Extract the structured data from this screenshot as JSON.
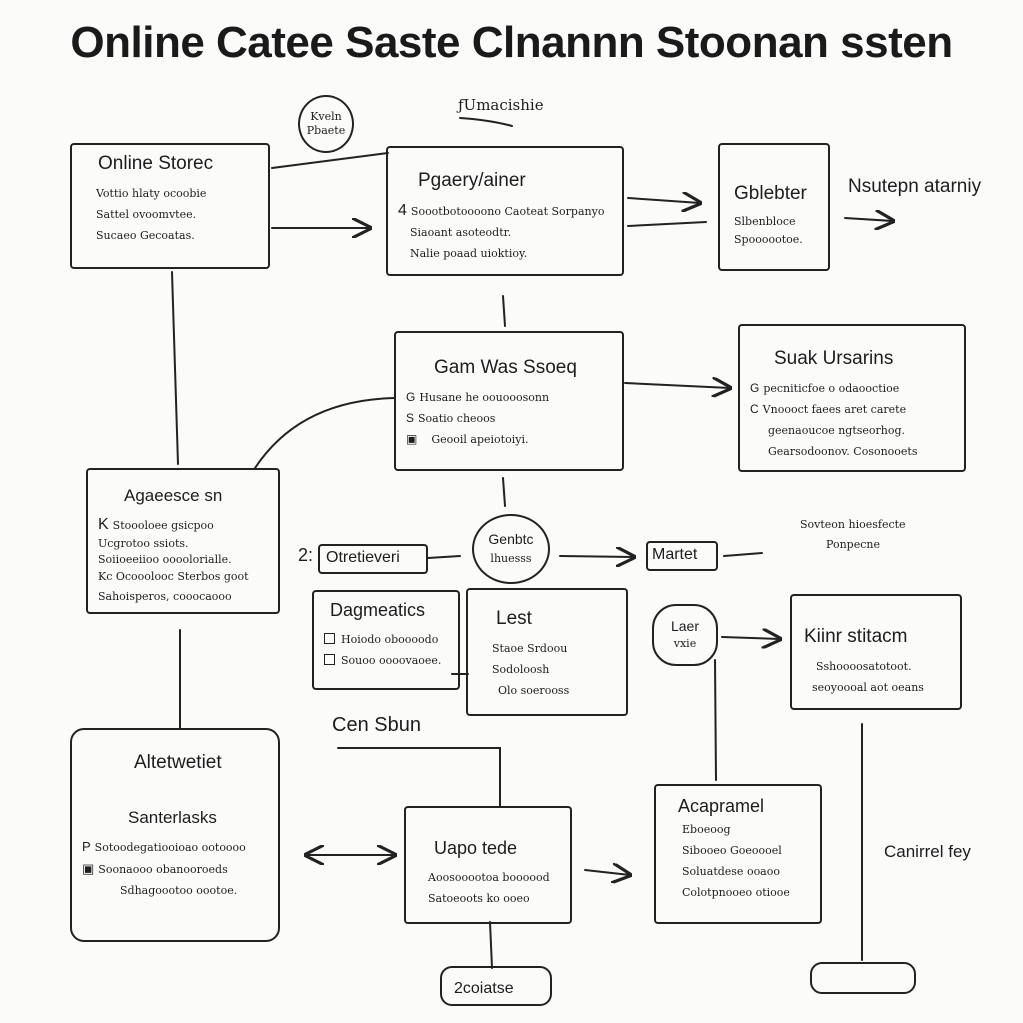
{
  "title": "Online Catee  Saste Clnannn Stoonan  ssten",
  "annotations": {
    "top_circle": [
      "Kveln",
      "Pbaete"
    ],
    "top_label": "ƒUmacishie",
    "right_label": "Nsutepn atarniy",
    "center_circle": [
      "Genbtc",
      "lhuesss"
    ],
    "right_note": [
      "Sovteon hioesfecte",
      "Ponpecne"
    ],
    "con_label": "Cen Sbun",
    "circle_right": [
      "Laer",
      "vxie"
    ],
    "control_label": "Canirrel fey",
    "bottom_pill": "2coiatse"
  },
  "boxes": {
    "online_store": {
      "heading": "Online Storec",
      "lines": [
        "Vottio hlaty ocoobie",
        "Sattel ovoomvtee.",
        "Sucaeo Gecoatas."
      ]
    },
    "payment": {
      "heading": "Pgaery/ainer",
      "marker": "4",
      "lines": [
        "Soootbotoooono Caoteat Sorpanyo",
        "Siaoant asoteodtr.",
        "Nalie poaad uioktioy."
      ]
    },
    "gateway": {
      "heading": "Gblebter",
      "lines": [
        "Slbenbloce",
        "Spoooootoe."
      ]
    },
    "gateway_store": {
      "heading": "Gam Was Ssoeq",
      "marks": [
        "G",
        "S",
        "▣"
      ],
      "lines": [
        "Husane he oouooosonn",
        "Soatio cheoos",
        "Geooil apeiotoiyi."
      ]
    },
    "scale_users": {
      "heading": "Suak  Ursarins",
      "marks": [
        "G",
        "C",
        "",
        ""
      ],
      "lines": [
        "pecniticfoe o odaooctioe",
        "Vnoooct faees aret carete",
        "geenaoucoe ngtseorhog.",
        "Gearsodoonov. Cosonooets"
      ]
    },
    "agreement": {
      "heading": "Agaeesce sn",
      "marker": "K",
      "lines": [
        "Stoooloee gsicpoo",
        "Ucgrotoo ssiots.",
        "Soiioeeiioo oooolorialle.",
        "Kc Ocooolooc Sterbos goot",
        "Sahoisperos,  cooocaooo"
      ]
    },
    "overview": {
      "label": "Otretieveri",
      "marker": "2:"
    },
    "diagnostics": {
      "heading": "Dagmeatics",
      "lines": [
        "Hoiodo oboooodo",
        "Souoo oooovaoee."
      ]
    },
    "lest": {
      "heading": "Lest",
      "lines": [
        "Staoe Srdoou",
        "Sodoloosh",
        "Olo soerooss"
      ]
    },
    "martet": {
      "label": "Martet"
    },
    "kiinr": {
      "heading": "Kiinr stitacm",
      "lines": [
        "Sshoooosatotoot.",
        "seoyoooal aot oeans"
      ]
    },
    "alterative": {
      "heading": "Altetwetiet",
      "sub": "Santerlasks",
      "marks": [
        "P",
        "▣"
      ],
      "lines": [
        "Sotoodegatiooioao ootoooo",
        "Soonaooo obanooroeds",
        "Sdhagoootoo oootoe."
      ]
    },
    "uapo": {
      "heading": "Uapo tede",
      "lines": [
        "Aoosooootoa boooood",
        "Satoeoots ko ooeo"
      ]
    },
    "acquisition": {
      "heading": "Acapramel",
      "lines": [
        "Eboeoog",
        "Sibooeo Goeoooel",
        "Soluatdese ooaoo",
        "Colotpnooeo otiooe"
      ]
    }
  }
}
